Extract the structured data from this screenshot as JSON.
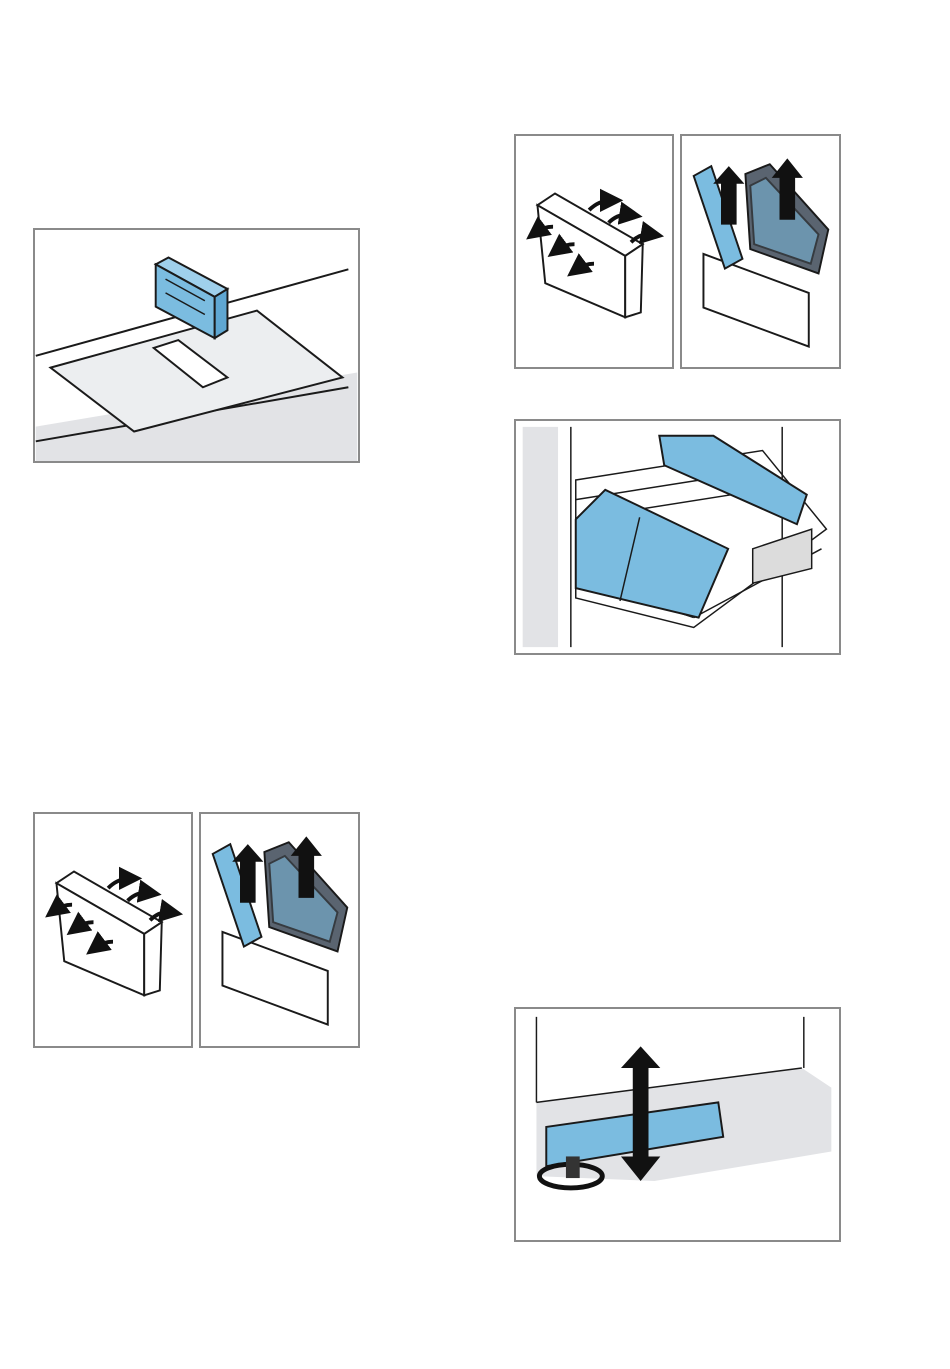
{
  "page": {
    "background": "#ffffff"
  },
  "colors": {
    "frame": "#8a8a8a",
    "part_fill": "#7bbce0",
    "part_stroke": "#1a1a1a",
    "surface_gray": "#e2e3e6",
    "arrow": "#111111"
  },
  "illustrations": [
    {
      "id": "fig-insert-filter-into-top",
      "icons": [
        "filter-cassette-icon",
        "countertop-opening-icon"
      ]
    },
    {
      "id": "fig-open-cassette-top-right",
      "icons": [
        "release-arrows-icon"
      ]
    },
    {
      "id": "fig-remove-filters-top-right",
      "icons": [
        "lift-arrows-icon",
        "filter-panel-icon"
      ]
    },
    {
      "id": "fig-filters-in-dishwasher",
      "icons": [
        "dishwasher-basket-icon",
        "filter-panel-icon"
      ]
    },
    {
      "id": "fig-open-cassette-bottom-left",
      "icons": [
        "release-arrows-icon"
      ]
    },
    {
      "id": "fig-remove-filters-bottom-left",
      "icons": [
        "lift-arrows-icon",
        "filter-panel-icon"
      ]
    },
    {
      "id": "fig-adjust-height",
      "icons": [
        "rotate-arrow-icon",
        "vertical-double-arrow-icon"
      ]
    }
  ]
}
